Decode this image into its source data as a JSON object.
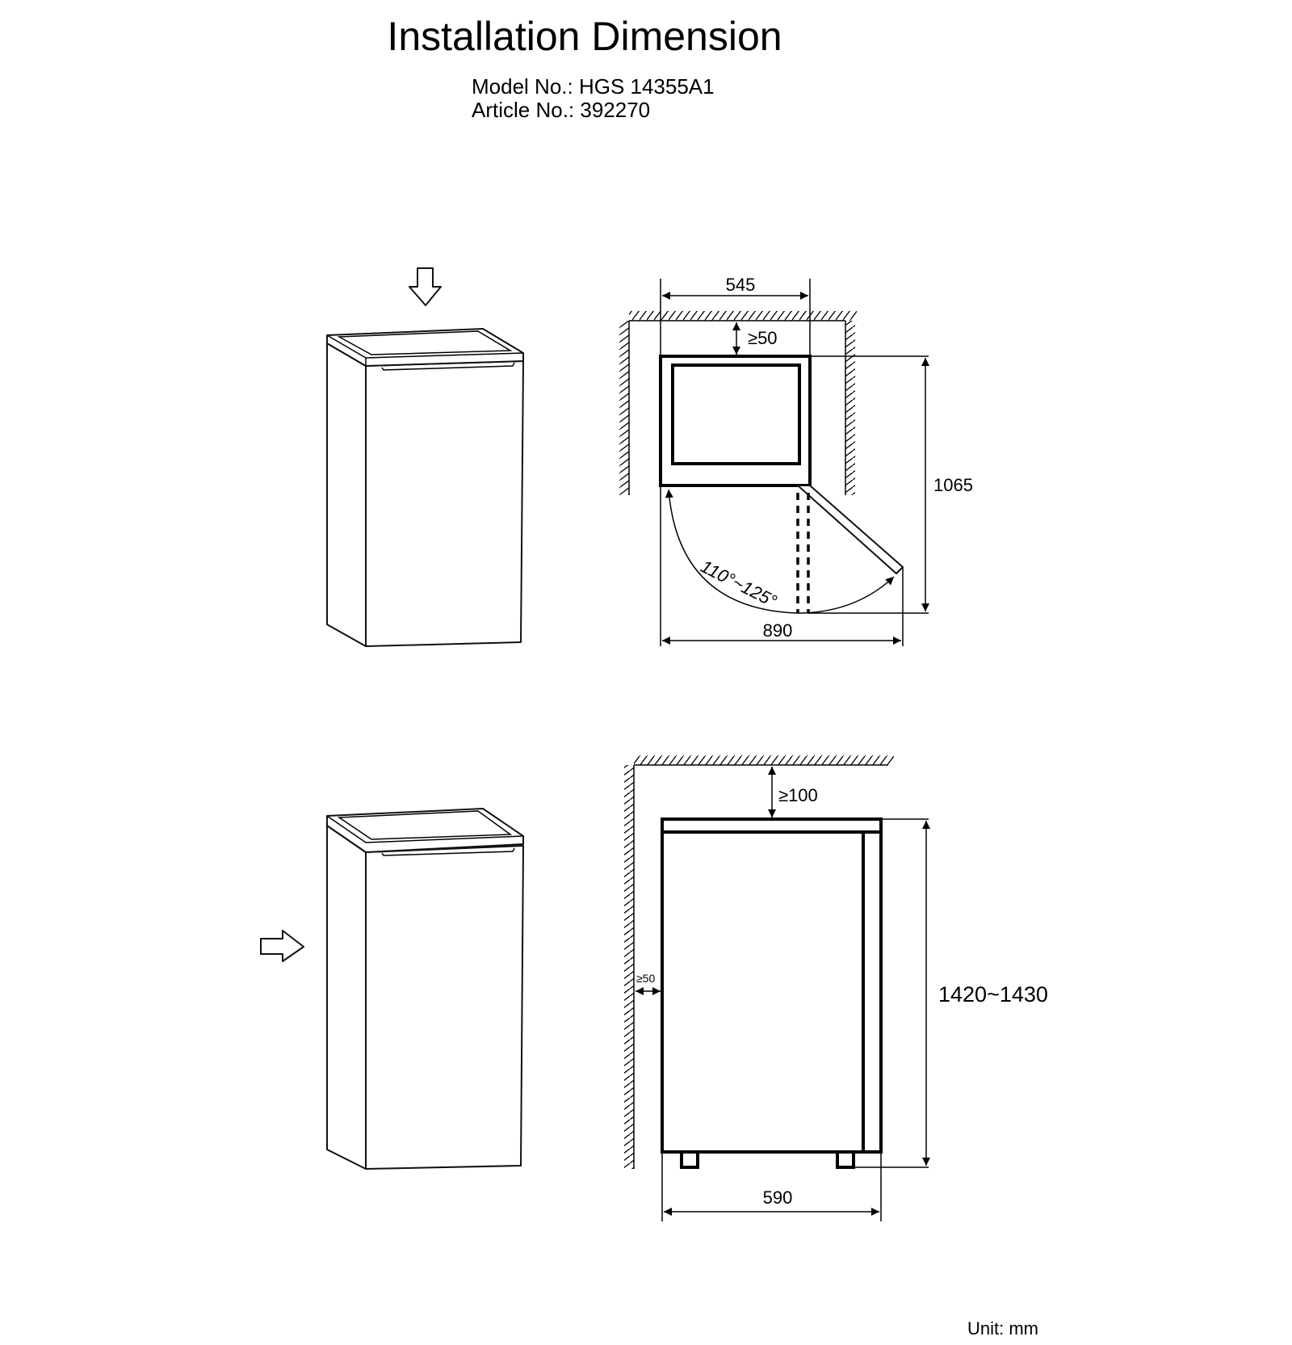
{
  "header": {
    "title": "Installation Dimension",
    "model_line": "Model No.: HGS 14355A1",
    "article_line": "Article No.: 392270"
  },
  "top_view": {
    "width_label": "545",
    "rear_clearance_label": "≥50",
    "depth_door_open_label": "1065",
    "width_door_open_label": "890",
    "door_angle_label": "110°~125°"
  },
  "side_view": {
    "top_clearance_label": "≥100",
    "rear_clearance_label": "≥50",
    "height_label": "1420~1430",
    "depth_label": "590"
  },
  "footer": {
    "unit_label": "Unit: mm"
  }
}
